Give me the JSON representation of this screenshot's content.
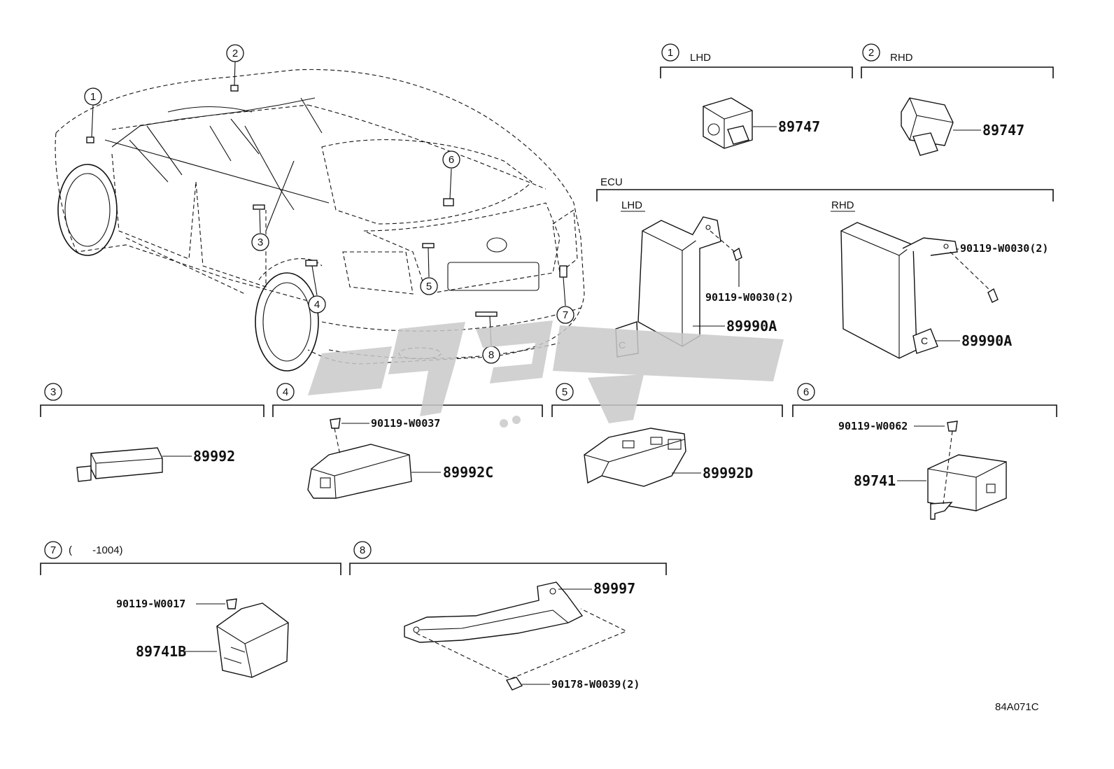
{
  "sections": {
    "s1": {
      "num": "1",
      "label": "LHD"
    },
    "s2": {
      "num": "2",
      "label": "RHD"
    },
    "ecu": {
      "label": "ECU",
      "lhd": "LHD",
      "rhd": "RHD"
    },
    "s3": {
      "num": "3"
    },
    "s4": {
      "num": "4"
    },
    "s5": {
      "num": "5"
    },
    "s6": {
      "num": "6"
    },
    "s7": {
      "num": "7",
      "note": "(       -1004)"
    },
    "s8": {
      "num": "8"
    }
  },
  "car_callouts": [
    "1",
    "2",
    "3",
    "4",
    "5",
    "6",
    "7",
    "8"
  ],
  "parts": {
    "p89747_lhd": "89747",
    "p89747_rhd": "89747",
    "ecu_lhd_bolt": "90119-W0030(2)",
    "ecu_lhd_unit": "89990A",
    "ecu_rhd_bolt": "90119-W0030(2)",
    "ecu_rhd_unit": "89990A",
    "p89992": "89992",
    "s4_bolt": "90119-W0037",
    "p89992C": "89992C",
    "p89992D": "89992D",
    "s6_bolt": "90119-W0062",
    "p89741": "89741",
    "s7_bolt": "90119-W0017",
    "p89741B": "89741B",
    "p89997": "89997",
    "s8_nut": "90178-W0039(2)"
  },
  "diagram_code": "84A071C",
  "icons": {
    "watermark": "brand-logo-watermark",
    "car": "car-rear-three-quarter-outline"
  }
}
